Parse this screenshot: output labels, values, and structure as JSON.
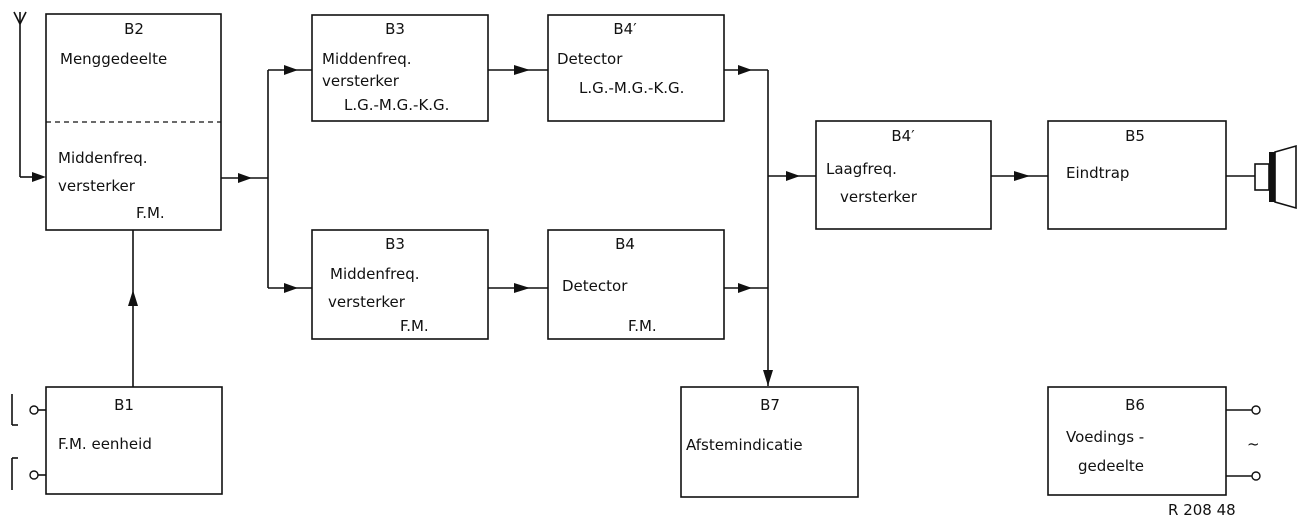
{
  "blocks": {
    "b2": {
      "id": "B2",
      "top_label": "Menggedeelte",
      "bottom_line1": "Middenfreq.",
      "bottom_line2": "versterker",
      "bottom_line3": "F.M."
    },
    "b3_top": {
      "id": "B3",
      "line1": "Middenfreq.",
      "line2": "versterker",
      "line3": "L.G.-M.G.-K.G."
    },
    "b4p_top": {
      "id": "B4′",
      "line1": "Detector",
      "line2": "L.G.-M.G.-K.G."
    },
    "b3_bottom": {
      "id": "B3",
      "line1": "Middenfreq.",
      "line2": "versterker",
      "line3": "F.M."
    },
    "b4_bottom": {
      "id": "B4",
      "line1": "Detector",
      "line2": "F.M."
    },
    "b4p_af": {
      "id": "B4′",
      "line1": "Laagfreq.",
      "line2": "versterker"
    },
    "b5": {
      "id": "B5",
      "line1": "Eindtrap"
    },
    "b1": {
      "id": "B1",
      "line1": "F.M. eenheid"
    },
    "b7": {
      "id": "B7",
      "line1": "Afstemindicatie"
    },
    "b6": {
      "id": "B6",
      "line1": "Voedings -",
      "line2": "gedeelte",
      "ac_symbol": "~"
    }
  },
  "drawing_ref": "R 208 48"
}
